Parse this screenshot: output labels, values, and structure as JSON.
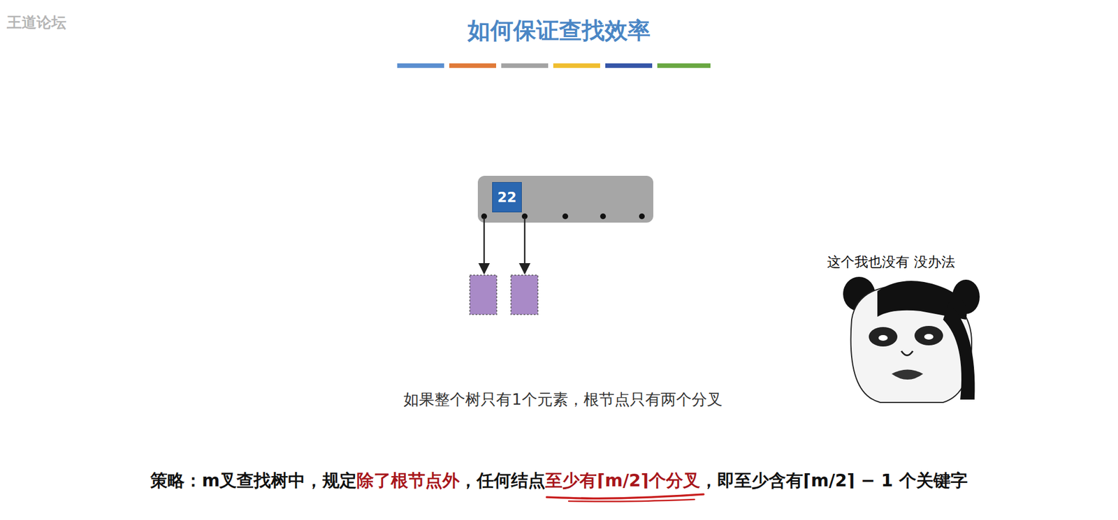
{
  "diagram": {
    "title": "如何保证查找效率",
    "caption": "如果整个树只有1个元素，根节点只有两个分叉",
    "nodes": [
      {
        "text": [
          "22"
        ]
      }
    ],
    "labels": [
      "王道论坛",
      "这个我也没有 没办法",
      "策略：m叉查找树中，规定",
      "除了根节点外",
      "，任何结点",
      "至少有⌈m/2⌉个分叉",
      "，即至少含有⌈m/2⌉ − 1 个关键字"
    ]
  }
}
